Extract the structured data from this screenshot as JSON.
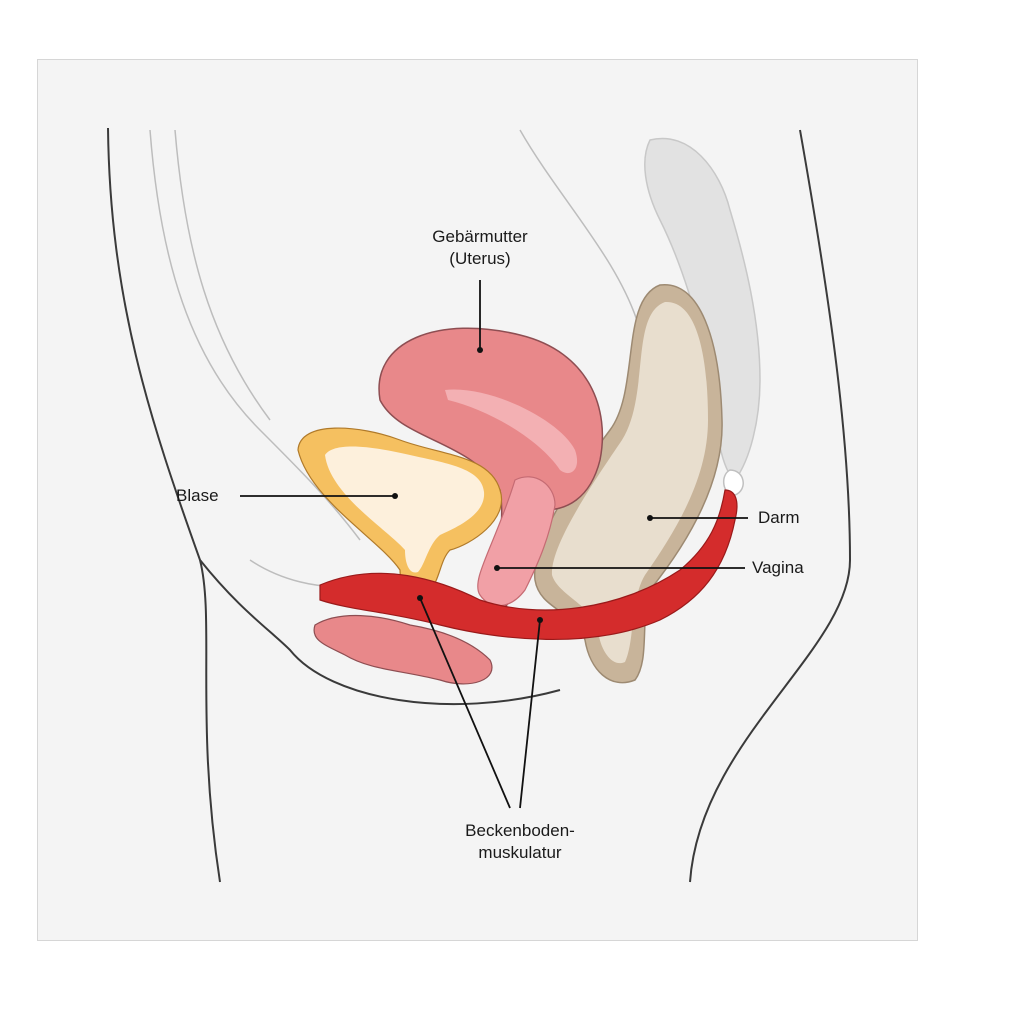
{
  "labels": {
    "uterus_line1": "Gebärmutter",
    "uterus_line2": "(Uterus)",
    "bladder": "Blase",
    "bowel": "Darm",
    "vagina": "Vagina",
    "pelvic_floor_line1": "Beckenboden-",
    "pelvic_floor_line2": "muskulatur"
  },
  "colors": {
    "background_panel": "#f4f4f4",
    "body_outline": "#3a3a3a",
    "uterus": "#e8888a",
    "bladder_outer": "#f5c060",
    "bladder_inner": "#fdf0dc",
    "bowel_outer": "#c8b49a",
    "bowel_inner": "#e8dece",
    "pelvic_muscle": "#d42c2c",
    "vagina": "#f1a0a6",
    "bone_gray": "#d9d9d9"
  }
}
